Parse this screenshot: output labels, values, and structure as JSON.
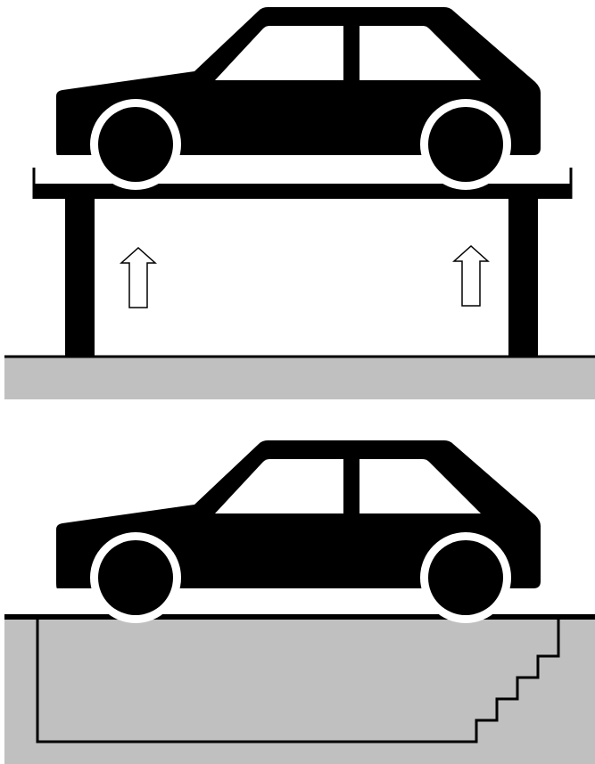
{
  "colors": {
    "ink": "#000000",
    "ground": "#c0c0c0",
    "background": "#ffffff",
    "car_window": "#ffffff"
  },
  "panels": [
    {
      "id": "lift",
      "description_icons": [
        "car-icon",
        "lift-platform",
        "lift-post",
        "up-arrow-icon",
        "ground"
      ]
    },
    {
      "id": "pit",
      "description_icons": [
        "car-icon",
        "ground",
        "inspection-pit",
        "pit-stairs"
      ]
    }
  ]
}
